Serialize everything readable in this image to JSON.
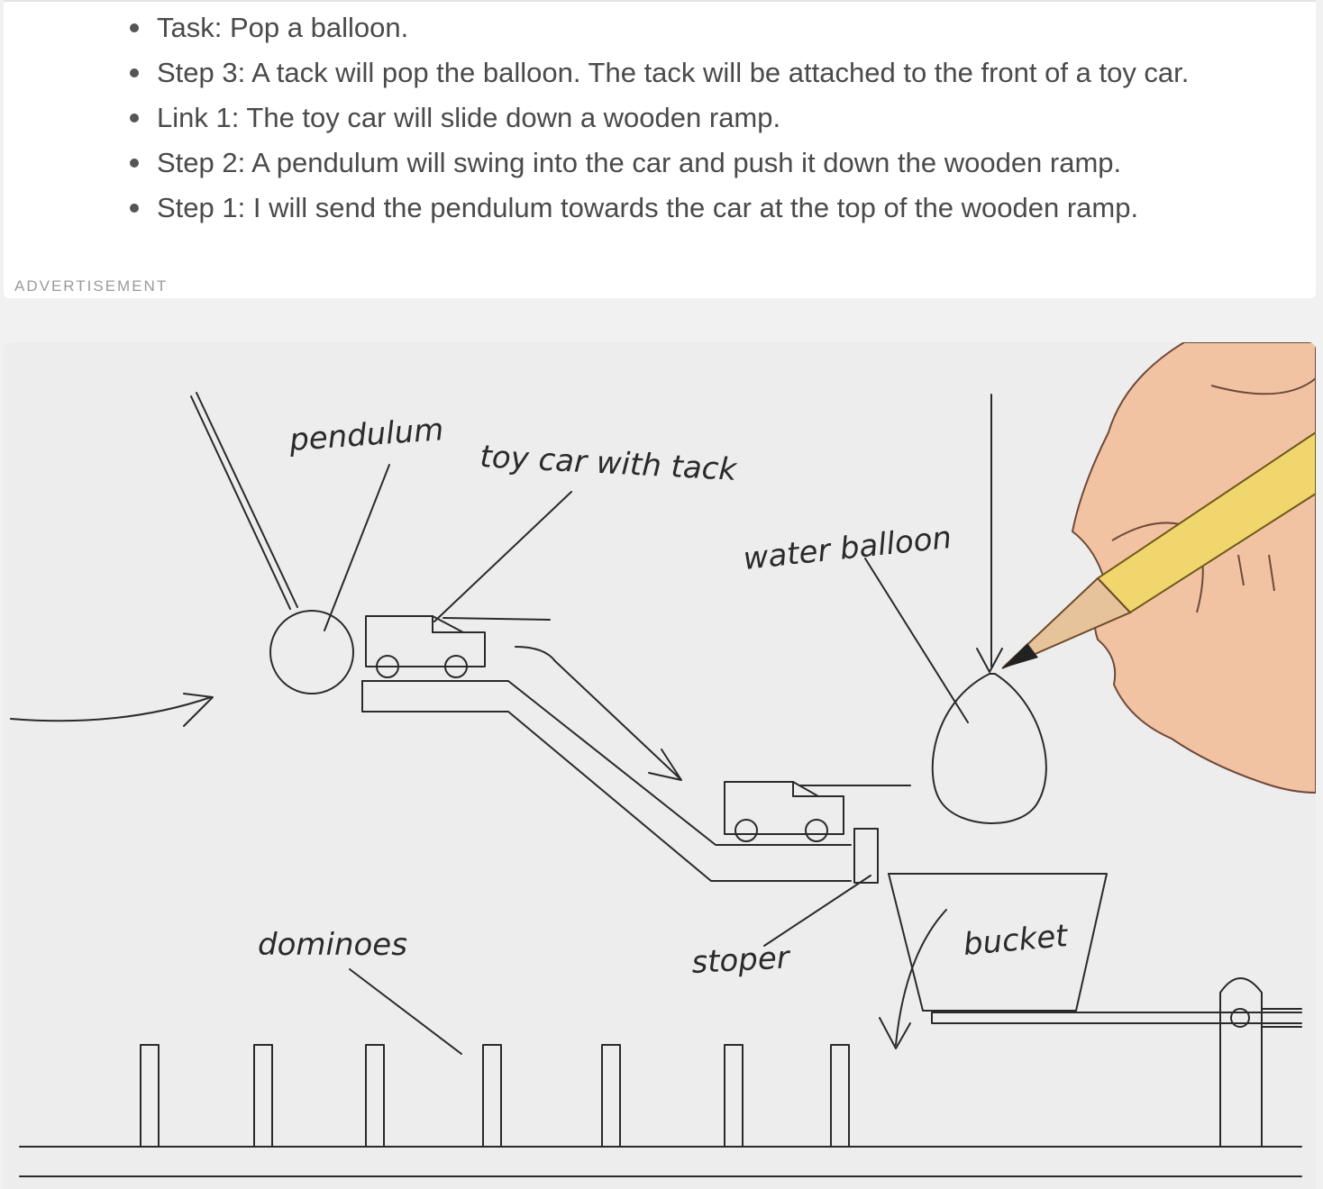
{
  "steps": [
    "Task: Pop a balloon.",
    "Step 3: A tack will pop the balloon. The tack will be attached to the front of a toy car.",
    "Link 1: The toy car will slide down a wooden ramp.",
    "Step 2: A pendulum will swing into the car and push it down the wooden ramp.",
    "Step 1: I will send the pendulum towards the car at the top of the wooden ramp."
  ],
  "ad_label": "ADVERTISEMENT",
  "illustration": {
    "labels": {
      "pendulum": "pendulum",
      "toy_car": "toy car with tack",
      "water_balloon": "water balloon",
      "dominoes": "dominoes",
      "stoper": "stoper",
      "bucket": "bucket"
    }
  }
}
